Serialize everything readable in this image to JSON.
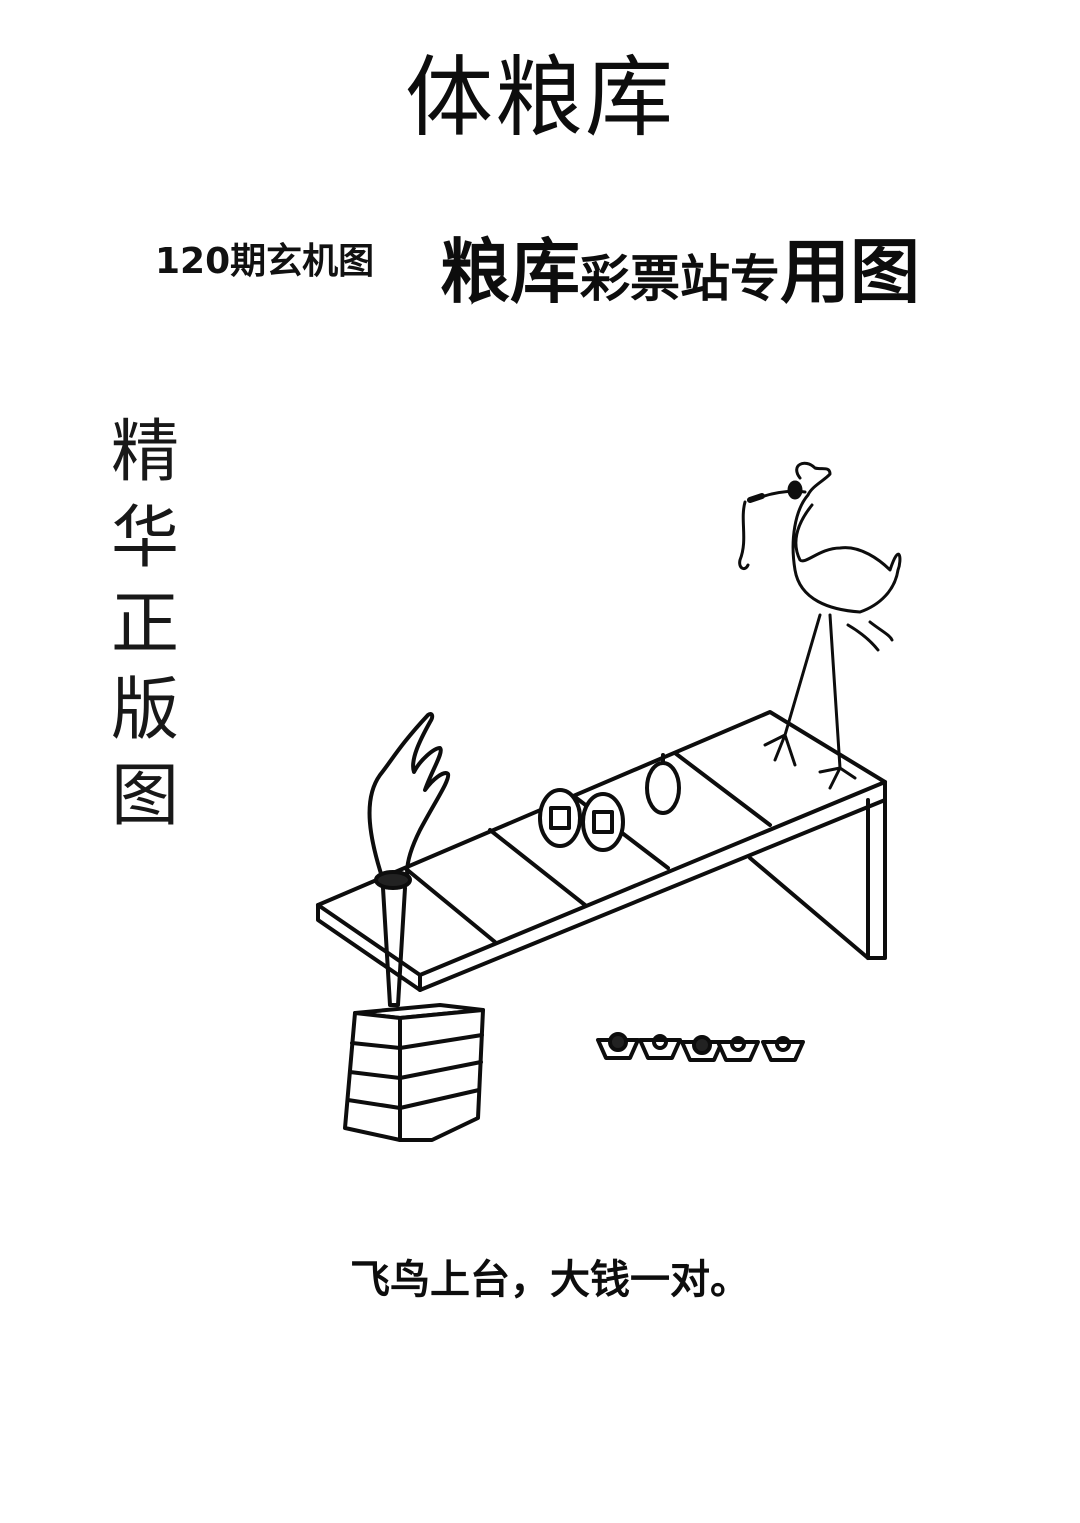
{
  "page": {
    "background": "#ffffff",
    "ink_color": "#0d0d0d"
  },
  "header": {
    "title": "体粮库",
    "issue_label": "120期玄机图",
    "banner": {
      "large_part": "粮库",
      "small_part": "彩票站专",
      "tail_part": "用图"
    }
  },
  "side_label": {
    "characters": [
      "精",
      "华",
      "正",
      "版",
      "图"
    ]
  },
  "illustration": {
    "description": "Line drawing: a bird standing on a slanted bench holding a ribbon in its beak; a fork-shaped hand on a pole rising from a stacked box; two coins and a hanging oval on the bench; five small basket shapes below",
    "elements": {
      "bird": "bird-on-bench",
      "bench": "slanted-bench",
      "hand": "fork-hand-on-pole",
      "coins": "two-coins",
      "oval": "hanging-oval",
      "box": "stacked-box",
      "baskets": "five-baskets"
    }
  },
  "footer": {
    "verse": "飞鸟上台，大钱一对。"
  }
}
